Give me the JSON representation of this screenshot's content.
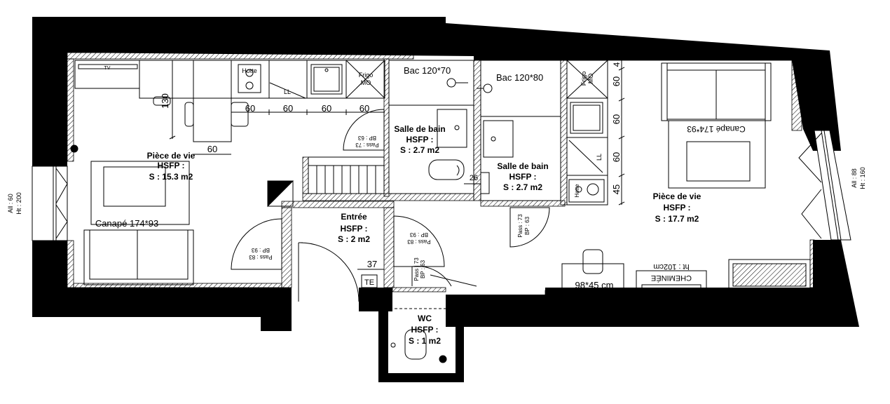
{
  "rooms": {
    "living_left": {
      "name": "Pièce de vie",
      "hsfp": "HSFP :",
      "area": "S : 15.3 m2"
    },
    "living_right": {
      "name": "Pièce de vie",
      "hsfp": "HSFP :",
      "area": "S : 17.7 m2"
    },
    "bath_1": {
      "name": "Salle de bain",
      "hsfp": "HSFP :",
      "area": "S : 2.7 m2"
    },
    "bath_2": {
      "name": "Salle de bain",
      "hsfp": "HSFP :",
      "area": "S : 2.7 m2"
    },
    "entry": {
      "name": "Entrée",
      "hsfp": "HSFP :",
      "area": "S : 2 m2"
    },
    "wc": {
      "name": "WC",
      "hsfp": "HSFP :",
      "area": "S : 1 m2"
    }
  },
  "furniture": {
    "tv": "TV",
    "hotte": "Hotte",
    "ll": "LL",
    "frigo": "Frigo",
    "mo": "MO",
    "shower_1": "Bac 120*70",
    "shower_2": "Bac 120*80",
    "sofa_left": "Canapé 174*93",
    "sofa_right": "Canapé 174*93",
    "desk": "98*45 cm",
    "fireplace": "CHEMINÉE",
    "fireplace_height": "ht : 102cm",
    "te": "TE"
  },
  "dimensions": {
    "d130": "130",
    "d60": "60",
    "d37": "37",
    "d26": "26",
    "d45": "45",
    "d4": "4"
  },
  "doors": {
    "pass_73": "Pass : 73",
    "bp_63": "BP : 63",
    "pass_83": "Pass : 83",
    "bp_93": "BP : 93"
  },
  "windows": {
    "left_all": "All : 60",
    "left_ht": "Ht : 200",
    "right_all": "All : 88",
    "right_ht": "Ht : 160"
  }
}
